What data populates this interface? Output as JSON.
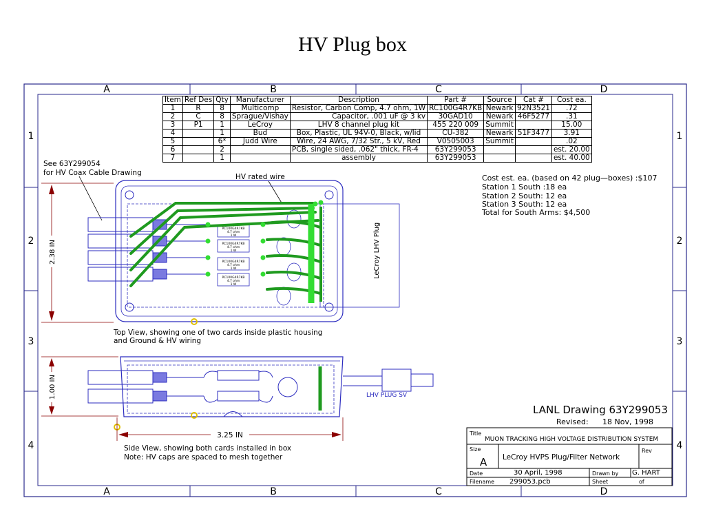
{
  "page_title": "HV Plug box",
  "grid": {
    "cols": [
      "A",
      "B",
      "C",
      "D"
    ],
    "rows": [
      "1",
      "2",
      "3",
      "4"
    ]
  },
  "bom": {
    "headers": [
      "Item",
      "Ref Des",
      "Qty",
      "Manufacturer",
      "Description",
      "Part #",
      "Source",
      "Cat #",
      "Cost ea."
    ],
    "rows": [
      [
        "1",
        "R",
        "8",
        "Multicomp",
        "Resistor, Carbon Comp, 4.7 ohm, 1W",
        "RC100G4R7KB",
        "Newark",
        "92N3521",
        ".72"
      ],
      [
        "2",
        "C",
        "8",
        "Sprague/Vishay",
        "Capacitor, .001 uF @ 3 kv",
        "30GAD10",
        "Newark",
        "46F5277",
        ".31"
      ],
      [
        "3",
        "P1",
        "1",
        "LeCroy",
        "LHV 8 channel plug kit",
        "455 220 009",
        "Summit",
        "",
        "15.00"
      ],
      [
        "4",
        "",
        "1",
        "Bud",
        "Box, Plastic, UL 94V-0, Black, w/lid",
        "CU-382",
        "Newark",
        "51F3477",
        "3.91"
      ],
      [
        "5",
        "",
        "6*",
        "Judd Wire",
        "Wire, 24 AWG, 7/32 Str., 5 kV, Red",
        "V0505003",
        "Summit",
        "",
        ".02"
      ],
      [
        "6",
        "",
        "2",
        "",
        "PCB, single sided, .062\" thick, FR-4",
        "63Y299053",
        "",
        "",
        "est. 20.00"
      ],
      [
        "7",
        "",
        "1",
        "",
        "assembly",
        "63Y299053",
        "",
        "",
        "est. 40.00"
      ]
    ]
  },
  "notes": {
    "see_ref_1": "See 63Y299054",
    "see_ref_2": "for HV Coax Cable Drawing",
    "hv_wire": "HV rated wire",
    "lecroy_plug": "LeCroy LHV Plug",
    "top_view_1": "Top View, showing one of two cards inside plastic housing",
    "top_view_2": "and Ground & HV wiring",
    "side_view_1": "Side View, showing both cards installed in box",
    "side_view_2": "Note: HV caps are spaced to mesh together",
    "lhv_plug_sv": "LHV PLUG SV",
    "resistor_label_1": "RC100G4R7KB",
    "resistor_label_2": "4.7 ohm",
    "resistor_label_3": "1 W"
  },
  "dimensions": {
    "height_top": "2.38 IN",
    "height_side": "1.00 IN",
    "width": "3.25 IN"
  },
  "cost": {
    "line1": "Cost est. ea. (based on 42 plug—boxes) :$107",
    "line2": "Station 1 South :18 ea",
    "line3": "Station 2 South: 12 ea",
    "line4": "Station 3 South: 12 ea",
    "line5": "Total for South Arms: $4,500"
  },
  "title_block": {
    "drawing": "LANL Drawing 63Y299053",
    "revised_label": "Revised:",
    "revised_date": "18 Nov, 1998",
    "title_label": "Title",
    "title": "MUON TRACKING HIGH VOLTAGE DISTRIBUTION SYSTEM",
    "size_label": "Size",
    "size": "A",
    "subtitle": "LeCroy HVPS Plug/Filter Network",
    "rev_label": "Rev",
    "date_label": "Date",
    "date": "30 April, 1998",
    "drawn_label": "Drawn by",
    "drawn": "G. HART",
    "filename_label": "Filename",
    "filename": "299053.pcb",
    "sheet_label": "Sheet",
    "sheet_of": "of"
  },
  "colors": {
    "frame": "#2a2a8c",
    "wire": "#1f9a1f",
    "wire_bright": "#33dd33",
    "part": "#2b2bbf",
    "dim": "#8b0000",
    "dim_text": "#c00000",
    "pad": "#e0c000"
  }
}
